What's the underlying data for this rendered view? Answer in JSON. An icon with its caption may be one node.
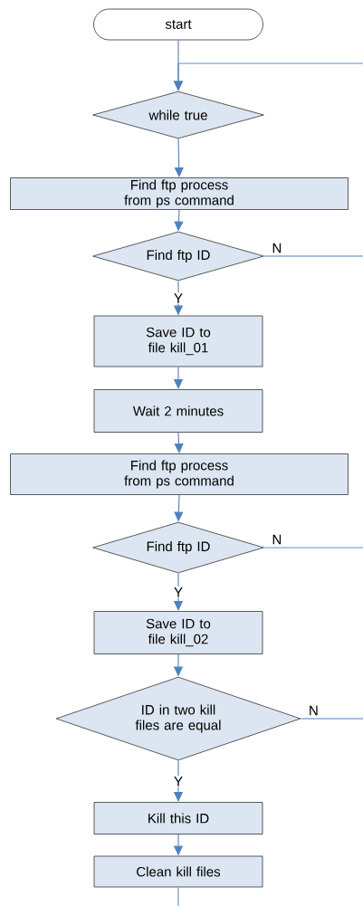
{
  "diagram": {
    "nodes": [
      {
        "text": [
          "start"
        ]
      },
      {
        "text": [
          "while true"
        ]
      },
      {
        "text": [
          "Find ftp process from ps command"
        ]
      },
      {
        "text": [
          "Find ftp ID"
        ]
      },
      {
        "text": [
          "Save ID to file kill_01"
        ]
      },
      {
        "text": [
          "Wait 2 minutes"
        ]
      },
      {
        "text": [
          "Find ftp process from ps command"
        ]
      },
      {
        "text": [
          "Find ftp ID"
        ]
      },
      {
        "text": [
          "Save ID to file kill_02"
        ]
      },
      {
        "text": [
          "ID in two kill files are equal"
        ]
      },
      {
        "text": [
          "Kill this ID"
        ]
      },
      {
        "text": [
          "Clean kill files"
        ]
      }
    ],
    "edges": [
      {
        "from": 0,
        "to": 1,
        "arrow": "to"
      },
      {
        "from": null,
        "to": 1,
        "arrow": "to"
      },
      {
        "from": 1,
        "to": 2,
        "arrow": "to"
      },
      {
        "from": 2,
        "to": 3,
        "arrow": "to"
      },
      {
        "from": 3,
        "to": 4,
        "arrow": "to",
        "label": "Y"
      },
      {
        "from": 3,
        "to": null,
        "arrow": "none",
        "label": "N"
      },
      {
        "from": 4,
        "to": 5,
        "arrow": "to"
      },
      {
        "from": 5,
        "to": 6,
        "arrow": "to"
      },
      {
        "from": 6,
        "to": 7,
        "arrow": "to"
      },
      {
        "from": 7,
        "to": 8,
        "arrow": "to",
        "label": "Y"
      },
      {
        "from": 7,
        "to": null,
        "arrow": "none",
        "label": "N"
      },
      {
        "from": 8,
        "to": 9,
        "arrow": "to"
      },
      {
        "from": 9,
        "to": 10,
        "arrow": "to",
        "label": "Y"
      },
      {
        "from": 9,
        "to": null,
        "arrow": "none",
        "label": "N"
      },
      {
        "from": 10,
        "to": 11,
        "arrow": "to"
      },
      {
        "from": 11,
        "to": null,
        "arrow": "none"
      }
    ]
  }
}
